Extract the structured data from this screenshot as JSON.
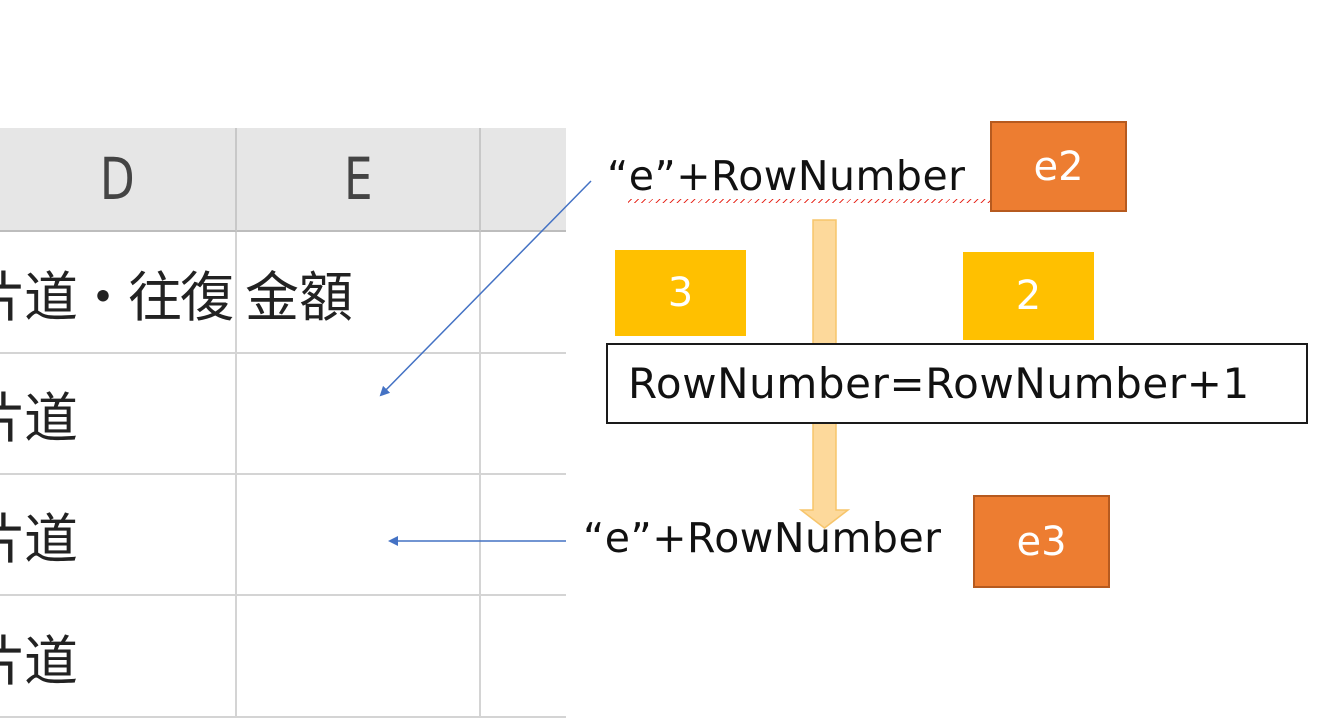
{
  "spreadsheet": {
    "column_headers": [
      "D",
      "E",
      ""
    ],
    "rows": [
      {
        "d": "片道・往復",
        "e": "金額"
      },
      {
        "d": "片道",
        "e": ""
      },
      {
        "d": "片道",
        "e": ""
      },
      {
        "d": "片道",
        "e": ""
      }
    ]
  },
  "diagram": {
    "top_formula": "“e”+RowNumber",
    "top_result": "e2",
    "left_badge": "3",
    "right_badge": "2",
    "increment_statement": "RowNumber=RowNumber+1",
    "bottom_formula": "“e”+RowNumber",
    "bottom_result": "e3"
  },
  "colors": {
    "orange_box": "#ed7d31",
    "yellow_box": "#ffc000",
    "flow_arrow": "#fdd99b",
    "pointer_arrow": "#4472c4",
    "header_background": "#e6e6e6"
  }
}
